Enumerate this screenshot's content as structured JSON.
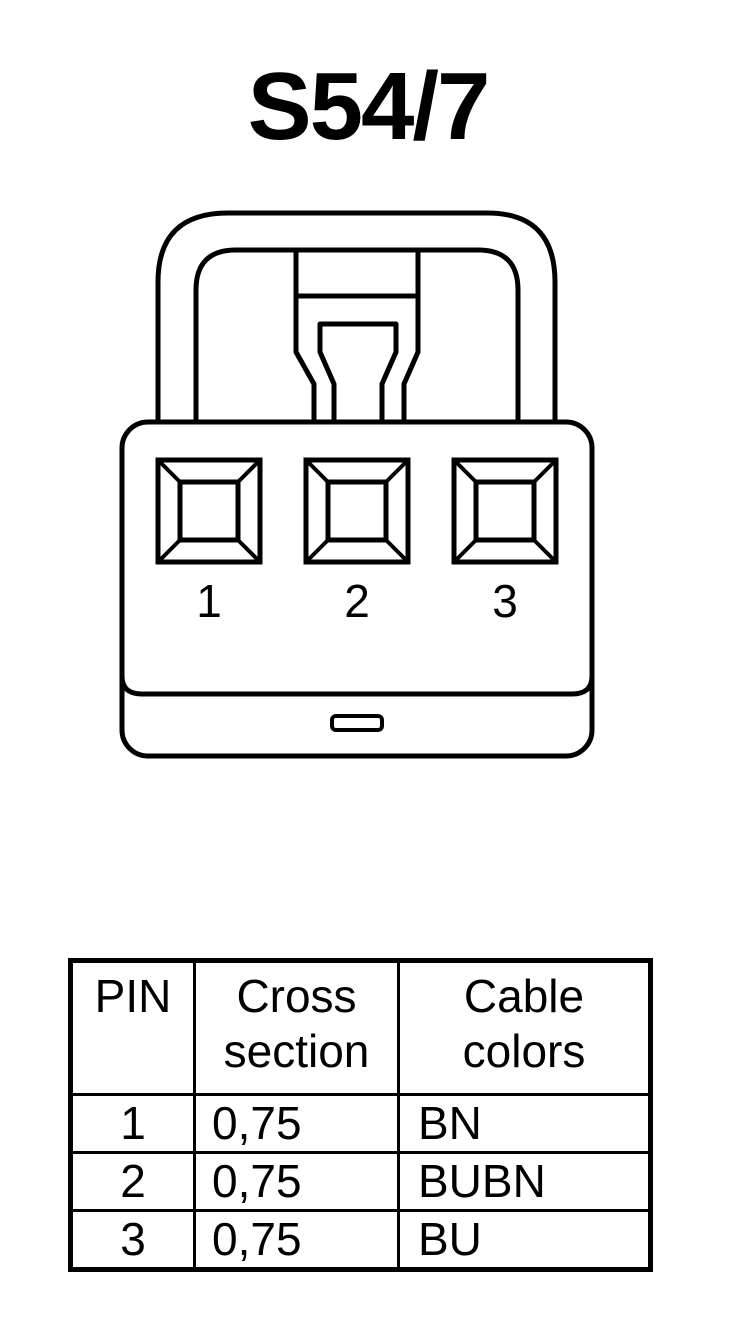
{
  "title": "S54/7",
  "connector": {
    "pins": [
      "1",
      "2",
      "3"
    ]
  },
  "table": {
    "headers": {
      "pin": "PIN",
      "cross_section": [
        "Cross",
        "section"
      ],
      "cable_colors": [
        "Cable",
        "colors"
      ]
    },
    "rows": [
      {
        "pin": "1",
        "cross_section": "0,75",
        "color": "BN"
      },
      {
        "pin": "2",
        "cross_section": "0,75",
        "color": "BUBN"
      },
      {
        "pin": "3",
        "cross_section": "0,75",
        "color": "BU"
      }
    ]
  }
}
